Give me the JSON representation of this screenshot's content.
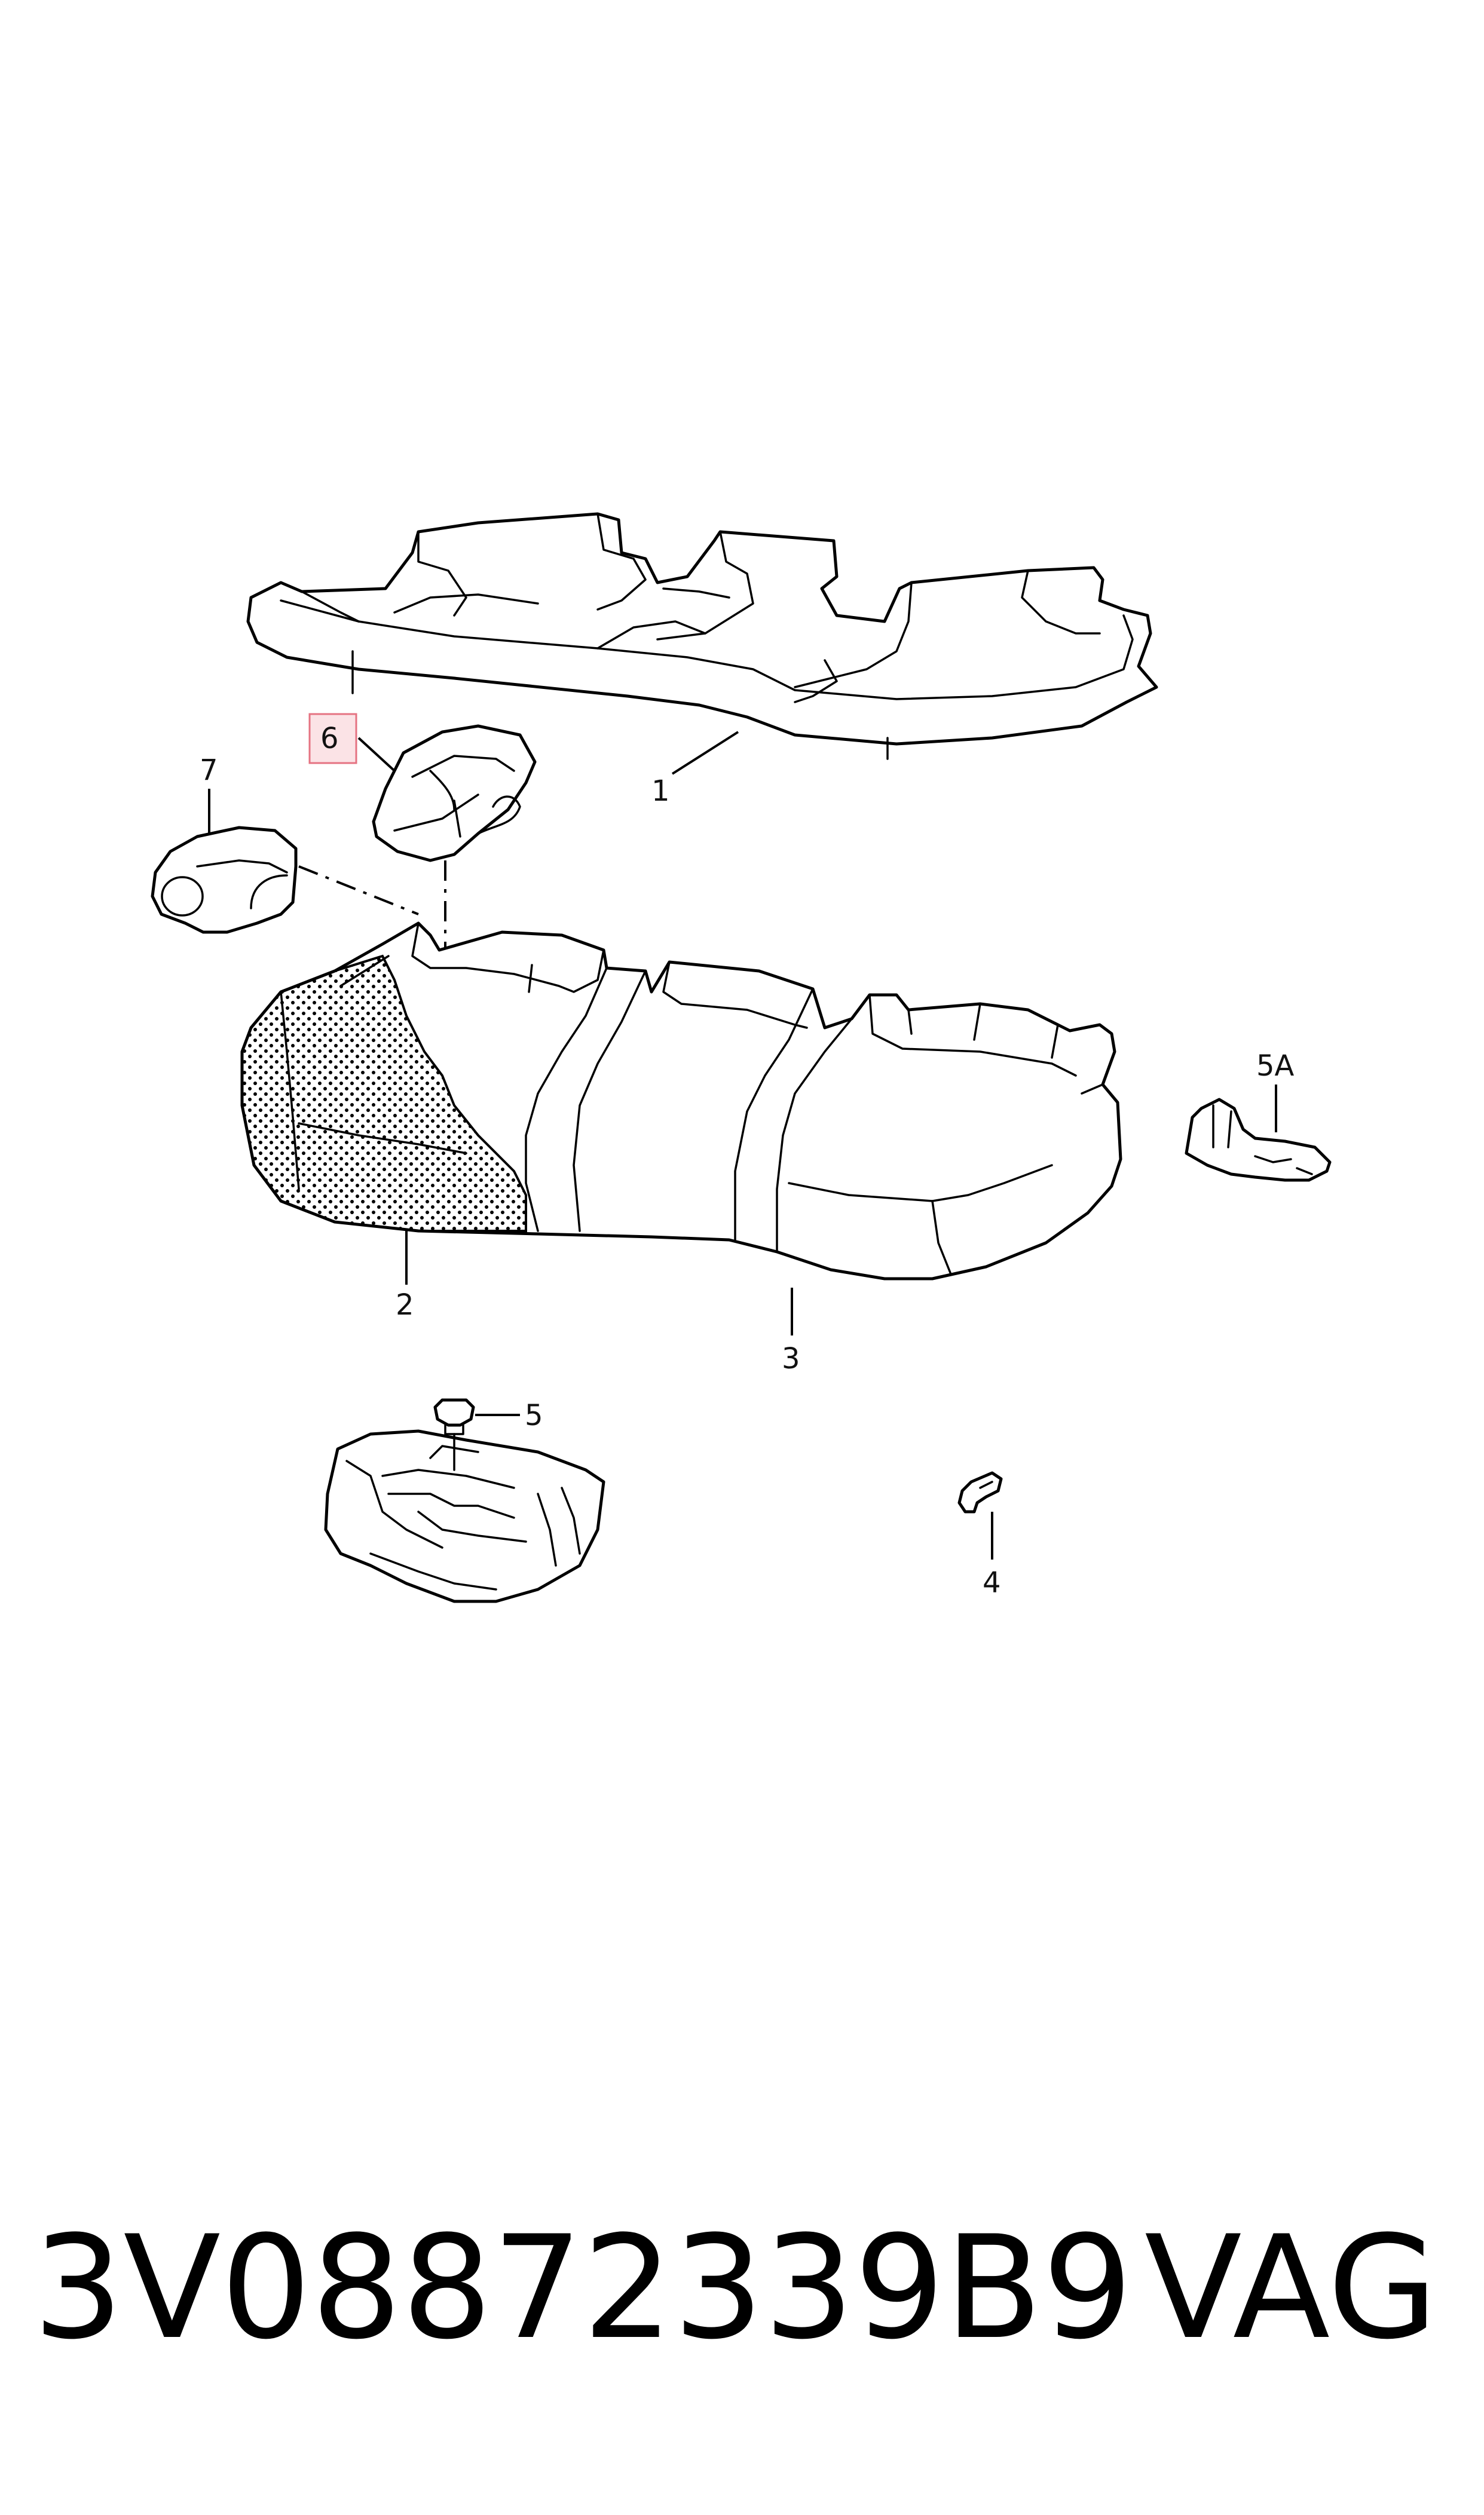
{
  "callouts": {
    "c1": "1",
    "c2": "2",
    "c3": "3",
    "c4": "4",
    "c5": "5",
    "c5a": "5A",
    "c6": "6",
    "c7": "7"
  },
  "highlighted_callout": "6",
  "highlight_color": "#e57382",
  "footer": {
    "part_number": "3V08872339B9",
    "vendor": "VAG"
  }
}
